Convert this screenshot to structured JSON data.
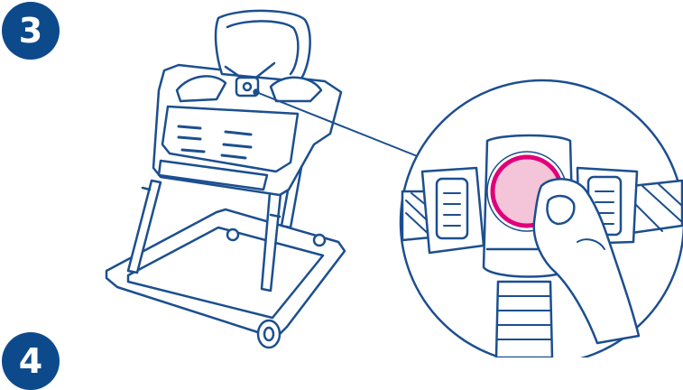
{
  "steps": [
    {
      "number": "3"
    },
    {
      "number": "4"
    }
  ],
  "colors": {
    "line": "#1c4f8f",
    "badge": "#0d4a8c",
    "button_ring": "#e0007a",
    "button_fill": "#f4c4d8",
    "fill": "#ffffff"
  },
  "icons": [
    "high-chair-illustration",
    "harness-buckle-detail",
    "press-button-hand"
  ]
}
